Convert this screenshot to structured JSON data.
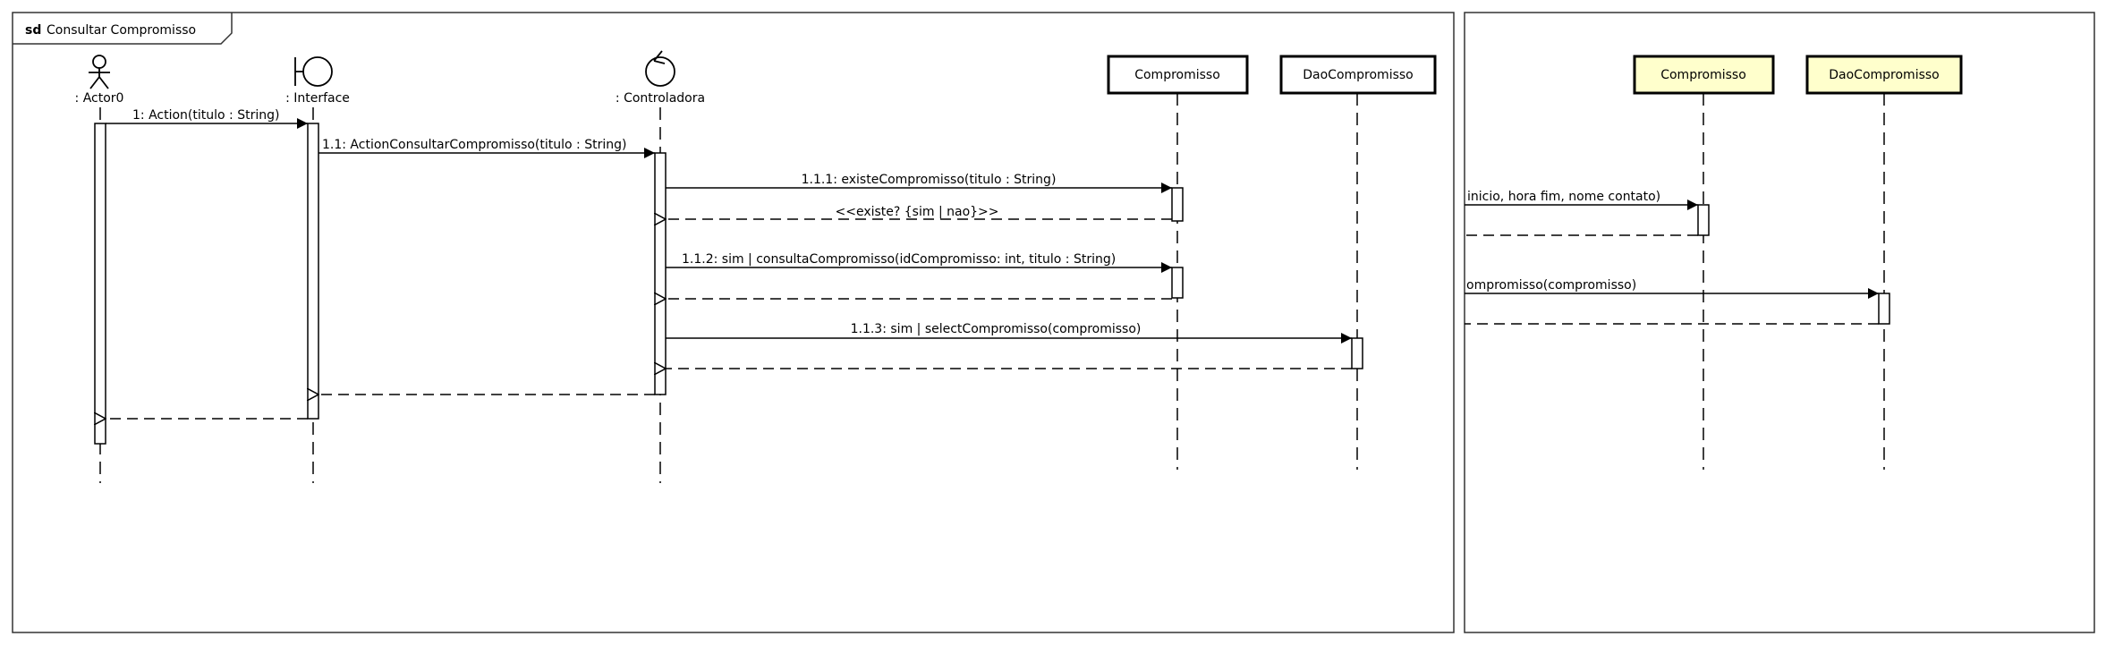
{
  "colors": {
    "frame_border": "#333333",
    "line": "#000000",
    "class_box_fill": "#ffffff",
    "class_box_highlight_fill": "#ffffcc"
  },
  "frame": {
    "keyword": "sd",
    "title": "Consultar Compromisso"
  },
  "lifelines": {
    "actor": {
      "icon": "actor-icon",
      "label": ": Actor0"
    },
    "interface": {
      "icon": "boundary-icon",
      "label": ": Interface"
    },
    "controladora": {
      "icon": "control-icon",
      "label": ": Controladora"
    },
    "compromisso": {
      "label": "Compromisso"
    },
    "dao": {
      "label": "DaoCompromisso"
    }
  },
  "messages": {
    "m1": "1: Action(titulo : String)",
    "m1_1": "1.1: ActionConsultarCompromisso(titulo : String)",
    "m1_1_1": "1.1.1: existeCompromisso(titulo : String)",
    "m1_1_1_ret": "<<existe? {sim | nao}>>",
    "m1_1_2": "1.1.2: sim | consultaCompromisso(idCompromisso: int, titulo : String)",
    "m1_1_3": "1.1.3: sim | selectCompromisso(compromisso)"
  },
  "second_view": {
    "compromisso": {
      "label": "Compromisso"
    },
    "dao": {
      "label": "DaoCompromisso"
    },
    "msg_a": "inicio, hora fim, nome contato)",
    "msg_b": "ompromisso(compromisso)"
  }
}
